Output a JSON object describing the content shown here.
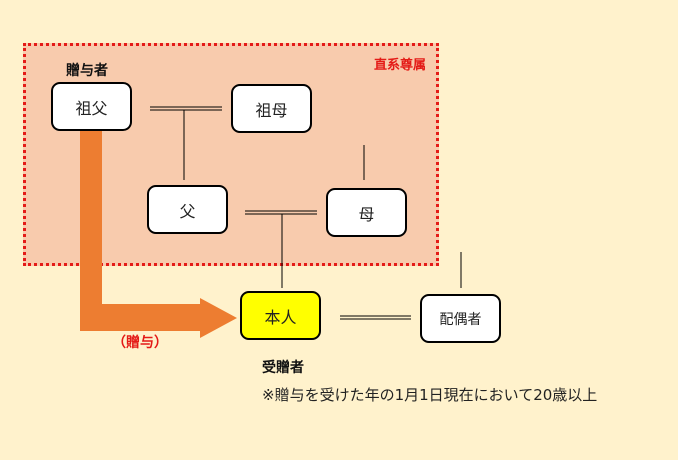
{
  "region": {
    "label": "直系尊属",
    "border_color": "#E41B17",
    "fill_color": "#F8CBAD"
  },
  "labels": {
    "donor": "贈与者",
    "recipient": "受贈者",
    "gift": "（贈与）"
  },
  "persons": {
    "grandfather": "祖父",
    "grandmother": "祖母",
    "father": "父",
    "mother": "母",
    "self": "本人",
    "spouse": "配偶者"
  },
  "note": "※贈与を受けた年の1月1日現在において20歳以上",
  "colors": {
    "background": "#FFF2CC",
    "arrow": "#ED7D31",
    "self_fill": "#FFFF00"
  }
}
